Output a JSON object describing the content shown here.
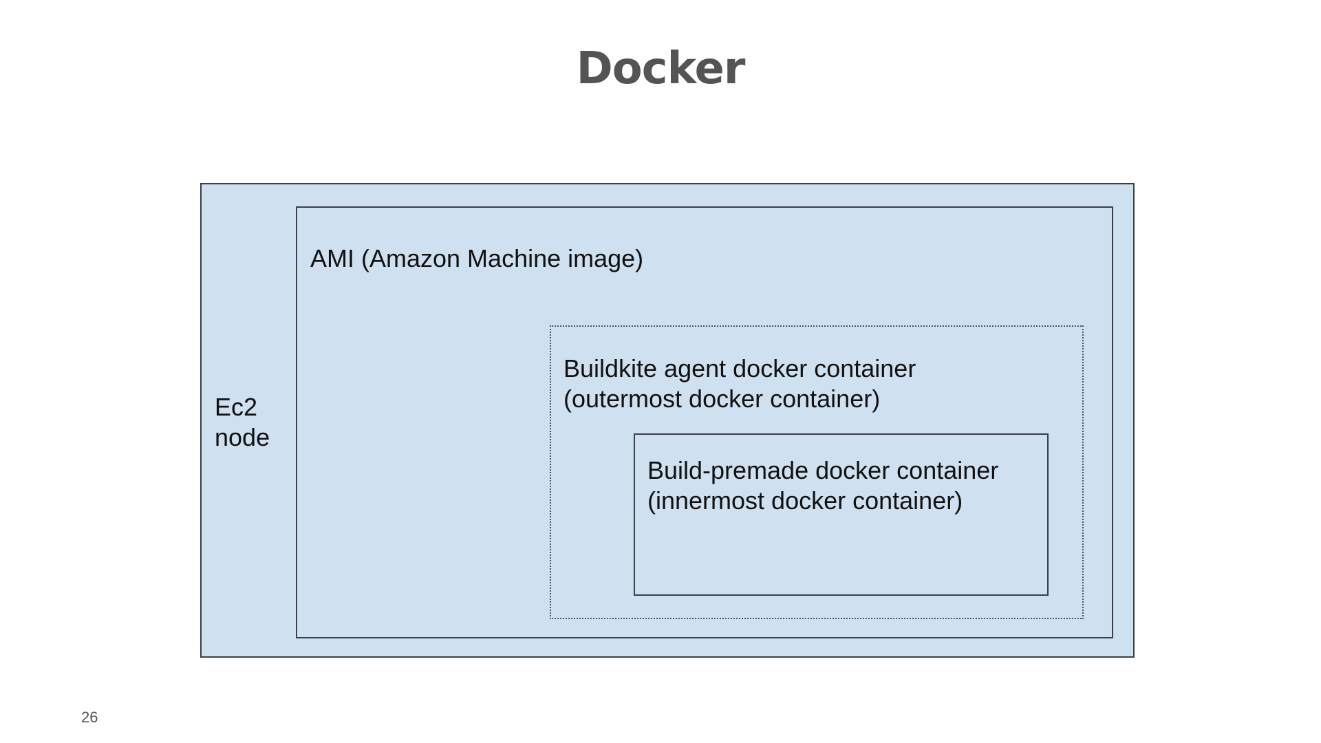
{
  "slide": {
    "title": "Docker",
    "page_number": "26"
  },
  "diagram": {
    "ec2": {
      "line1": "Ec2",
      "line2": "node"
    },
    "ami": {
      "label": "AMI (Amazon Machine image)"
    },
    "agent_container": {
      "line1": "Buildkite agent docker container",
      "line2": "(outermost docker container)"
    },
    "premade_container": {
      "line1": "Build-premade docker container",
      "line2": "(innermost docker container)"
    }
  },
  "colors": {
    "box_fill": "#cfe0f0",
    "box_border": "#3a3f48",
    "title": "#545454"
  }
}
